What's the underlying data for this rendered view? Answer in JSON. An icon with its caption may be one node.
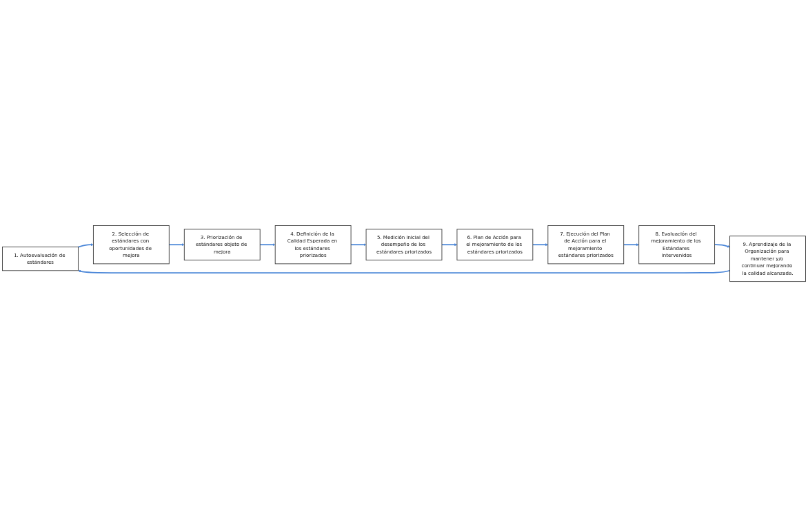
{
  "diagram": {
    "nodes": [
      {
        "text": [
          "1. Autoevaluación de estándares"
        ]
      },
      {
        "text": [
          "2. Selección de estándares con oportunidades de mejora"
        ]
      },
      {
        "text": [
          "3. Priorización de estándares objeto de mejora"
        ]
      },
      {
        "text": [
          "4. Definición de la Calidad Esperada en los estándares priorizados"
        ]
      },
      {
        "text": [
          "5. Medición inicial del desempeño de los estándares priorizados"
        ]
      },
      {
        "text": [
          "6. Plan de Acción para el mejoramiento de los estándares priorizados"
        ]
      },
      {
        "text": [
          "7. Ejecución del Plan de Acción para el mejoramiento estándares priorizados"
        ]
      },
      {
        "text": [
          "8. Evaluación del mejoramiento de los Estándares intervenidos"
        ]
      },
      {
        "text": [
          "9. Aprendizaje de la Organización para mantener y/o continuar mejorando la calidad alcanzada."
        ]
      }
    ],
    "edges": [
      {
        "from": 0,
        "to": 1,
        "arrow": "to"
      },
      {
        "from": 1,
        "to": 2,
        "arrow": "to"
      },
      {
        "from": 2,
        "to": 3,
        "arrow": "to"
      },
      {
        "from": 3,
        "to": 4,
        "arrow": "to"
      },
      {
        "from": 4,
        "to": 5,
        "arrow": "to"
      },
      {
        "from": 5,
        "to": 6,
        "arrow": "to"
      },
      {
        "from": 6,
        "to": 7,
        "arrow": "to"
      },
      {
        "from": 7,
        "to": 8,
        "arrow": "to"
      },
      {
        "from": 8,
        "to": 0,
        "arrow": "to"
      }
    ]
  }
}
